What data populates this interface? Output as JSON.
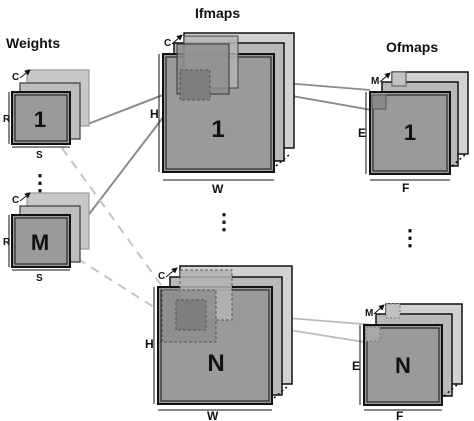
{
  "titles": {
    "weights": "Weights",
    "ifmaps": "Ifmaps",
    "ofmaps": "Ofmaps"
  },
  "weights": [
    {
      "label": "1",
      "dims": {
        "channels": "C",
        "height": "R",
        "width": "S"
      }
    },
    {
      "label": "M",
      "dims": {
        "channels": "C",
        "height": "R",
        "width": "S"
      }
    }
  ],
  "ifmaps": [
    {
      "label": "1",
      "dims": {
        "channels": "C",
        "height": "H",
        "width": "W"
      }
    },
    {
      "label": "N",
      "dims": {
        "channels": "C",
        "height": "H",
        "width": "W"
      }
    }
  ],
  "ofmaps": [
    {
      "label": "1",
      "dims": {
        "channels": "M",
        "height": "E",
        "width": "F"
      }
    },
    {
      "label": "N",
      "dims": {
        "channels": "M",
        "height": "E",
        "width": "F"
      }
    }
  ],
  "ellipsis": "⋮",
  "colors": {
    "front": "#9a9a9a",
    "back": "#c8c8c8",
    "window": "#7e7e7e",
    "stroke": "#111111",
    "connector_solid": "#8a8a8a",
    "connector_dashed": "#bdbdbd",
    "connector_light": "#bbbbbb"
  }
}
